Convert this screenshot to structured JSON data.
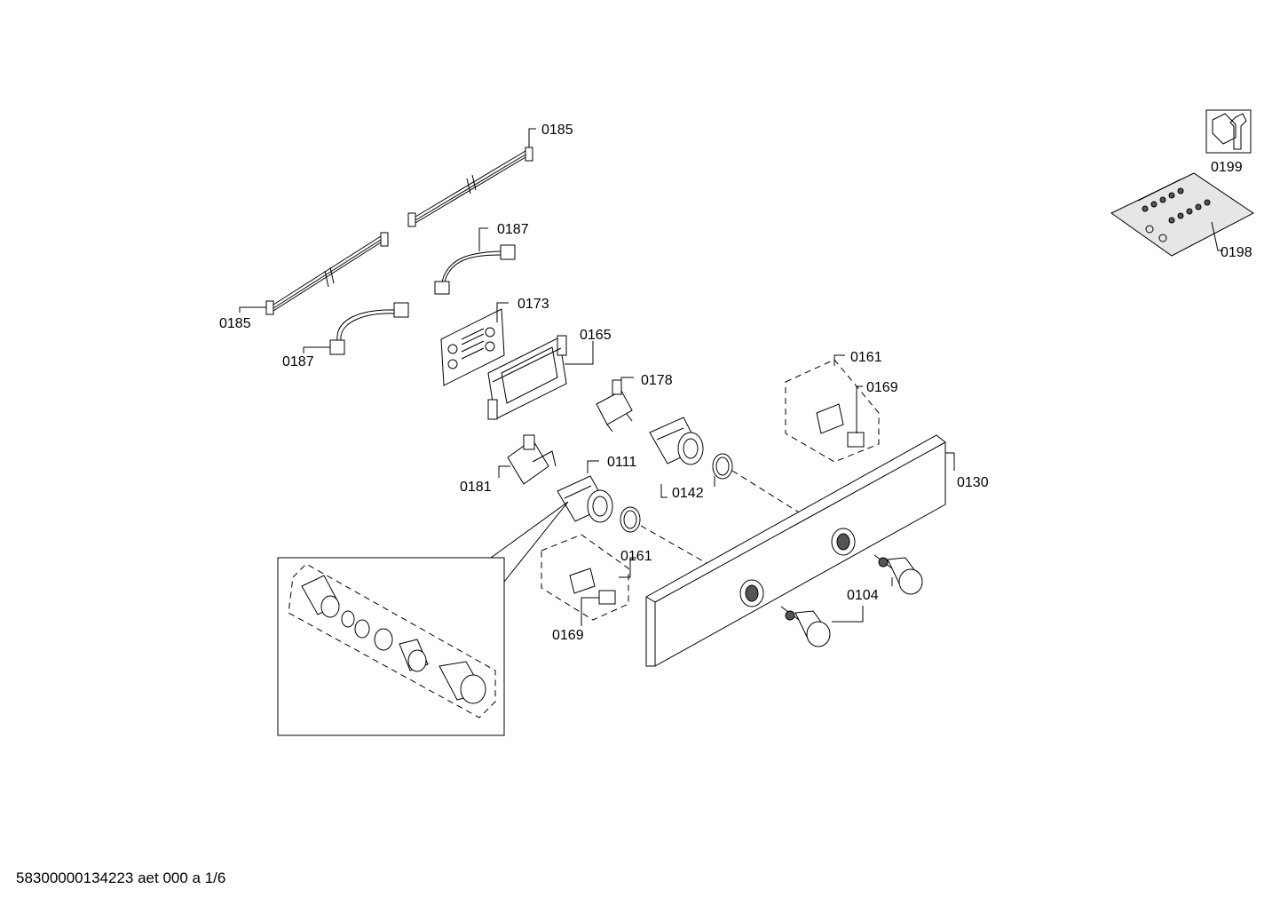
{
  "labels": {
    "l0185a": "0185",
    "l0185b": "0185",
    "l0187a": "0187",
    "l0187b": "0187",
    "l0173": "0173",
    "l0165": "0165",
    "l0178": "0178",
    "l0111": "0111",
    "l0181": "0181",
    "l0142": "0142",
    "l0161a": "0161",
    "l0169a": "0169",
    "l0130": "0130",
    "l0161b": "0161",
    "l0104": "0104",
    "l0169b": "0169",
    "l0199": "0199",
    "l0198": "0198"
  },
  "footer": "58300000134223 aet 000 a 1/6"
}
